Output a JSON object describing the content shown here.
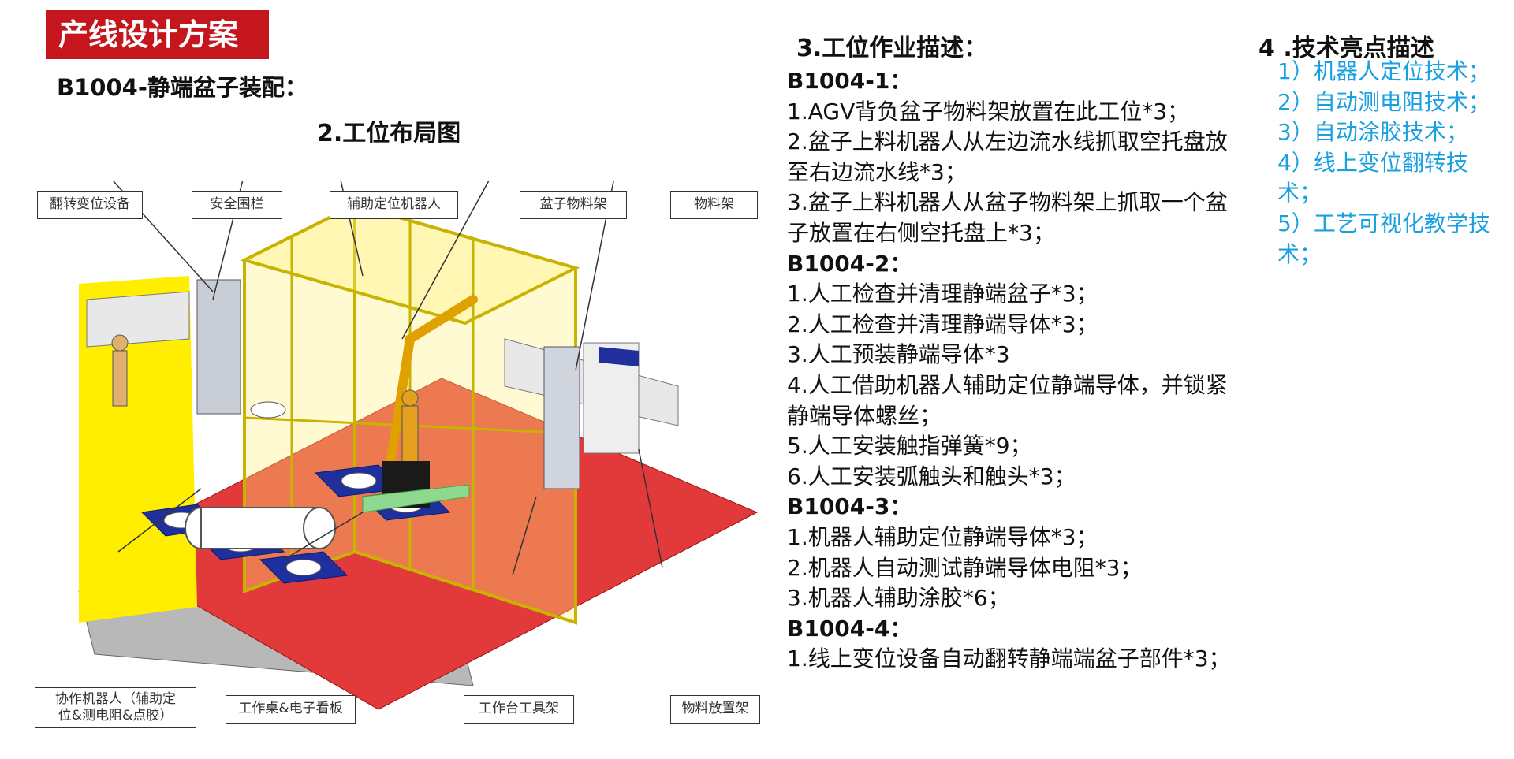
{
  "header": {
    "title": "产线设计方案"
  },
  "station": {
    "name": "B1004-静端盆子装配："
  },
  "layout": {
    "title": "2.工位布局图"
  },
  "callouts": {
    "flip_equipment": "翻转变位设备",
    "safety_fence": "安全围栏",
    "aux_robot": "辅助定位机器人",
    "pot_rack": "盆子物料架",
    "material_rack": "物料架",
    "cobot_line1": "协作机器人（辅助定",
    "cobot_line2": "位&测电阻&点胶）",
    "workbench": "工作桌&电子看板",
    "tool_rack": "工作台工具架",
    "placement_rack": "物料放置架"
  },
  "operations": {
    "title": "3.工位作业描述：",
    "groups": [
      {
        "heading": "B1004-1：",
        "items": [
          "1.AGV背负盆子物料架放置在此工位*3；",
          "2.盆子上料机器人从左边流水线抓取空托盘放至右边流水线*3；",
          "3.盆子上料机器人从盆子物料架上抓取一个盆子放置在右侧空托盘上*3；"
        ]
      },
      {
        "heading": "B1004-2：",
        "items": [
          "1.人工检查并清理静端盆子*3；",
          "2.人工检查并清理静端导体*3；",
          "3.人工预装静端导体*3",
          "4.人工借助机器人辅助定位静端导体，并锁紧静端导体螺丝；",
          "5.人工安装触指弹簧*9；",
          "6.人工安装弧触头和触头*3；"
        ]
      },
      {
        "heading": "B1004-3：",
        "items": [
          "1.机器人辅助定位静端导体*3；",
          "2.机器人自动测试静端导体电阻*3；",
          "3.机器人辅助涂胶*6；"
        ]
      },
      {
        "heading": "B1004-4：",
        "items": [
          "1.线上变位设备自动翻转静端端盆子部件*3；"
        ]
      }
    ]
  },
  "highlights": {
    "title": "4 .技术亮点描述",
    "color": "#1aa0e0",
    "items": [
      "1）机器人定位技术；",
      "2）自动测电阻技术；",
      "3）自动涂胶技术；",
      "4）线上变位翻转技术；",
      "5）工艺可视化教学技术；"
    ]
  }
}
